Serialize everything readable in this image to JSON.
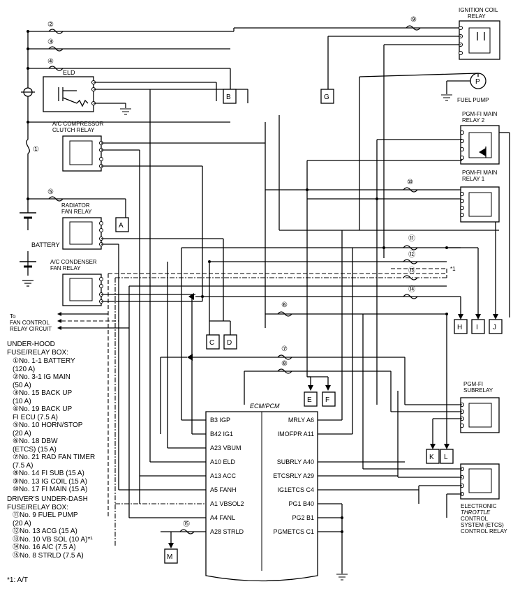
{
  "labels": {
    "ignition_coil_relay": "IGNITION COIL\nRELAY",
    "fuel_pump": "FUEL PUMP",
    "fuel_pump_symbol": "P",
    "pgm_main_relay2": "PGM-FI MAIN\nRELAY 2",
    "pgm_main_relay1": "PGM-FI MAIN\nRELAY 1",
    "eld": "ELD",
    "ac_comp_relay": "A/C COMPRESSOR\nCLUTCH RELAY",
    "radiator_fan_relay": "RADIATOR\nFAN RELAY",
    "battery": "BATTERY",
    "ac_cond_relay": "A/C CONDENSER\nFAN RELAY",
    "fan_control": "To\nFAN CONTROL\nRELAY CIRCUIT",
    "pgm_subrelay": "PGM-FI\nSUBRELAY",
    "etcs_relay": "ELECTRONIC\nTHROTTLE\nCONTROL\nSYSTEM (ETCS)\nCONTROL RELAY",
    "ecm_title": "ECM/PCM",
    "footnote_mark": "*1",
    "footnote": "*1: A/T"
  },
  "connectors": [
    "A",
    "B",
    "C",
    "D",
    "E",
    "F",
    "G",
    "H",
    "I",
    "J",
    "K",
    "L",
    "M"
  ],
  "fuse_circles": [
    "①",
    "②",
    "③",
    "④",
    "⑤",
    "⑥",
    "⑦",
    "⑧",
    "⑨",
    "⑩",
    "⑪",
    "⑫",
    "⑬",
    "⑭",
    "⑮"
  ],
  "ecm_left_pins": [
    "B3 IGP",
    "B42 IG1",
    "A23 VBUM",
    "A10 ELD",
    "A13 ACC",
    "A5 FANH",
    "A1 VBSOL2",
    "A4 FANL",
    "A28 STRLD"
  ],
  "ecm_right_pins": [
    "MRLY A6",
    "IMOFPR A11",
    "",
    "SUBRLY A40",
    "ETCSRLY A29",
    "IG1ETCS C4",
    "PG1 B40",
    "PG2 B1",
    "PGMETCS C1"
  ],
  "legend": {
    "underhood_title": "UNDER-HOOD\nFUSE/RELAY BOX:",
    "underhood_items": [
      "①No. 1-1 BATTERY\n(120 A)",
      "②No. 3-1 IG MAIN\n(50 A)",
      "③No. 15 BACK UP\n(10 A)",
      "④No. 19 BACK UP\nFI ECU (7.5 A)",
      "⑤No. 10 HORN/STOP\n(20 A)",
      "⑥No. 18 DBW\n(ETCS) (15 A)",
      "⑦No. 21 RAD FAN TIMER\n(7.5 A)",
      "⑧No. 14 FI SUB (15 A)",
      "⑨No. 13 IG COIL (15 A)",
      "⑩No. 17 FI MAIN (15 A)"
    ],
    "underdash_title": "DRIVER'S UNDER-DASH\nFUSE/RELAY BOX:",
    "underdash_items": [
      "⑪No. 9 FUEL PUMP\n(20 A)",
      "⑫No. 13 ACG (15 A)",
      "⑬No. 10 VB SOL (10 A)*¹",
      "⑭No. 16 A/C (7.5 A)",
      "⑮No. 8 STRLD (7.5 A)"
    ]
  }
}
